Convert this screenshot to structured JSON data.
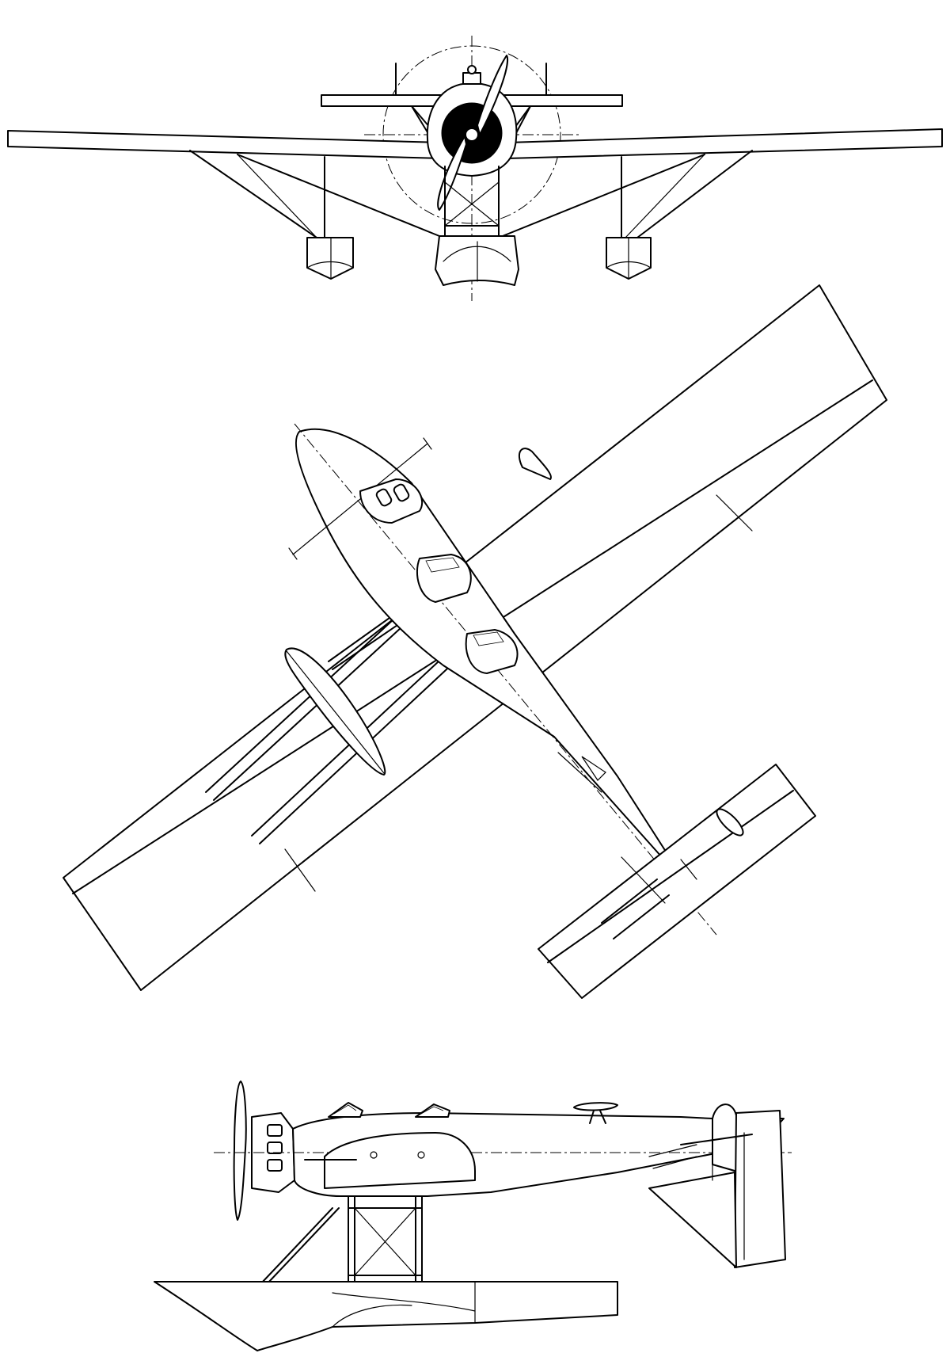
{
  "drawing": {
    "views": [
      "front-view",
      "plan-view",
      "side-view"
    ],
    "line_color": "#000000",
    "background_color": "#ffffff"
  }
}
